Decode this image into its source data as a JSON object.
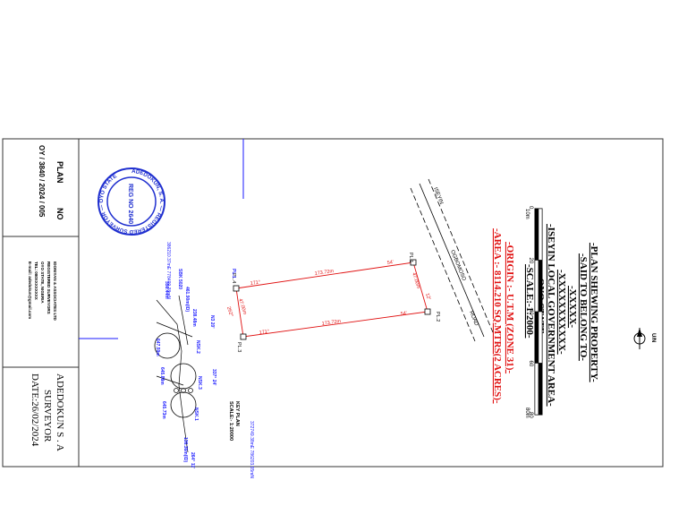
{
  "title_block": {
    "plan_label": "PLAN",
    "no_label": "NO",
    "plan_number": "OY / 3840 / 2024 / 005",
    "surveyor_name": "ADEDOKUN S . A",
    "surveyor_title": "SURVEYOR",
    "date": "DATE:26/02/2024",
    "firm_lines": [
      "IDONIYAN & ASSOCIATES LTD",
      "REGISTERED SURVEYORS",
      "OYO STATE, NIGERIA",
      "TEL: 080XXXXXXXX",
      "E-mail: adedokun@gmail.com"
    ]
  },
  "seal": {
    "outer_text": "ADEDOKUN, S. A. — REGISTERED SURVEYOR — OYO STATE",
    "reg_no": "REG NO 2640"
  },
  "heading": {
    "lines": [
      "-PLAN SHEWING PROPERTY-",
      "-SAID TO BELONG TO-",
      "-XXXXX-",
      "-XXXXXXXXXXX-",
      "-ISEYIN LOCAL GOVERNMENT AREA-",
      "-OYO STATE-",
      "-SCALE:-1:2000-"
    ],
    "origin": "-ORIGIN :- U.T.M (ZONE 31)-",
    "area": "-AREA :- 8114.210 SQ.MTRS(2 ACRES)-"
  },
  "scale_bar": {
    "ticks": [
      "0",
      "20",
      "40",
      "60",
      "80"
    ],
    "start_unit": "10m",
    "end_unit": "80m"
  },
  "north_arrow": {
    "label": "U/N"
  },
  "road": {
    "label_left": "ISEYIN",
    "label_mid": "OGBOMOSO",
    "label_right": "ROAD"
  },
  "parcel": {
    "pillars": [
      "PL.1",
      "PL.2",
      "PL.3",
      "PL.4"
    ],
    "top_bearing_left": "171°",
    "top_distance": "173.72m",
    "top_bearing_right": "54'",
    "bottom_bearing_left": "171°",
    "bottom_distance": "173.72m",
    "bottom_bearing_right": "54'",
    "right_side": "47.00m",
    "left_side": "47.00m",
    "right_bearing": "12'",
    "left_bearing": "262°"
  },
  "key_plan": {
    "title": "KEY PLAN",
    "scale": "SCALE:- 1:20000",
    "labels": [
      "SBK 5020",
      "NSK.2",
      "NSK.3",
      "NSK.1",
      "PL.1",
      "461.90m(ID)",
      "136.36m(ID)",
      "356.44m",
      "647.59m",
      "645.88m",
      "645.73m",
      "238.48m",
      "N3 20'",
      "337° 24'",
      "264° 11'"
    ],
    "coords_top": "372749.38mE 786203.55mN",
    "coords_bottom": "386210.37mE 778499.38mN"
  },
  "colors": {
    "border": "#333333",
    "parcel": "#e01010",
    "text_blue": "#1a1aff",
    "seal": "#1f2fcf",
    "black": "#000000"
  }
}
